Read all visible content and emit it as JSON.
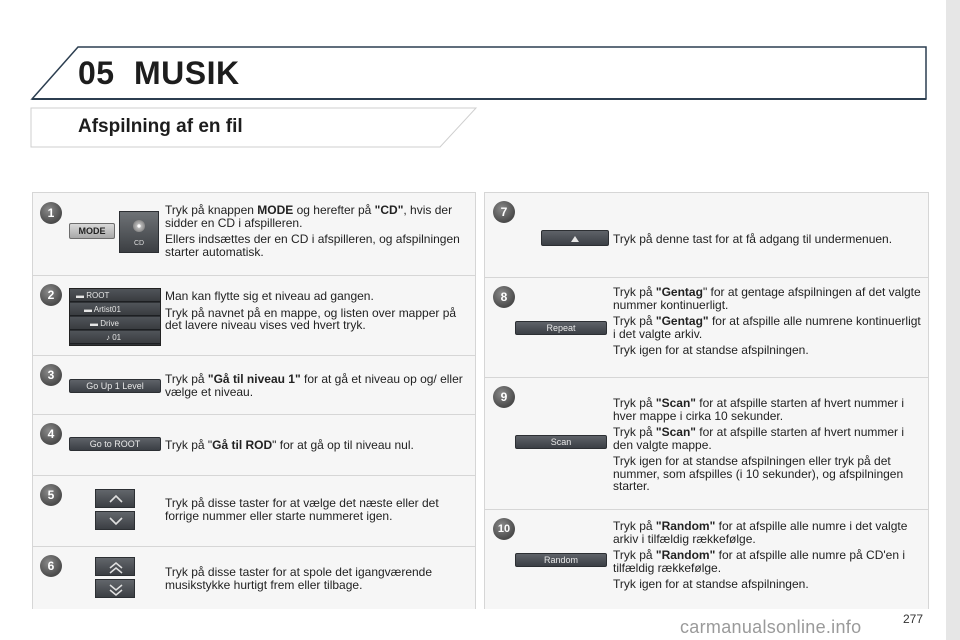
{
  "header": {
    "chapter_number": "05",
    "chapter_title": "MUSIK",
    "section_title": "Afspilning af en fil"
  },
  "steps_left": [
    {
      "number": "1",
      "ui": {
        "mode_label": "MODE",
        "cd_label": "CD"
      },
      "paragraphs": [
        [
          "Tryk på knappen ",
          "MODE",
          " og herefter på ",
          "\"CD\"",
          ", hvis der sidder en CD i afspilleren."
        ],
        [
          "Ellers indsættes der en CD i afspilleren, og afspilningen starter automatisk."
        ]
      ]
    },
    {
      "number": "2",
      "ui": {
        "rows": [
          "ROOT",
          "Artist01",
          "Drive",
          "01"
        ]
      },
      "paragraphs": [
        [
          "Man kan flytte sig et niveau ad gangen."
        ],
        [
          "Tryk på navnet på en mappe, og listen over mapper på det lavere niveau vises ved hvert tryk."
        ]
      ]
    },
    {
      "number": "3",
      "ui": {
        "button_label": "Go Up 1 Level"
      },
      "paragraphs": [
        [
          "Tryk på ",
          "\"Gå til niveau 1\"",
          " for at gå et niveau op og/ eller vælge et niveau."
        ]
      ]
    },
    {
      "number": "4",
      "ui": {
        "button_label": "Go to ROOT"
      },
      "paragraphs": [
        [
          "Tryk på \"",
          "Gå til ROD",
          "\" for at gå op til niveau nul."
        ]
      ]
    },
    {
      "number": "5",
      "paragraphs": [
        [
          "Tryk på disse taster for at vælge det næste eller det forrige nummer eller starte nummeret igen."
        ]
      ]
    },
    {
      "number": "6",
      "paragraphs": [
        [
          "Tryk på disse taster for at spole det igangværende musikstykke hurtigt frem eller tilbage."
        ]
      ]
    }
  ],
  "steps_right": [
    {
      "number": "7",
      "paragraphs": [
        [
          "Tryk på denne tast for at få adgang til undermenuen."
        ]
      ]
    },
    {
      "number": "8",
      "ui": {
        "button_label": "Repeat"
      },
      "paragraphs": [
        [
          "Tryk på ",
          "\"Gentag",
          "\" for at gentage afspilningen af det valgte nummer kontinuerligt."
        ],
        [
          "Tryk på ",
          "\"Gentag\"",
          " for at afspille alle numrene kontinuerligt i det valgte arkiv."
        ],
        [
          "Tryk igen for at standse afspilningen."
        ]
      ]
    },
    {
      "number": "9",
      "ui": {
        "button_label": "Scan"
      },
      "paragraphs": [
        [
          "Tryk på ",
          "\"Scan\"",
          " for at afspille starten af hvert nummer i hver mappe i cirka 10 sekunder."
        ],
        [
          "Tryk på ",
          "\"Scan\"",
          " for at afspille starten af hvert nummer i den valgte mappe."
        ],
        [
          "Tryk igen for at standse afspilningen eller tryk på det nummer, som afspilles (i 10 sekunder), og afspilningen starter."
        ]
      ]
    },
    {
      "number": "10",
      "ui": {
        "button_label": "Random"
      },
      "paragraphs": [
        [
          "Tryk på ",
          "\"Random\"",
          " for at afspille alle numre i det valgte arkiv i tilfældig rækkefølge."
        ],
        [
          "Tryk på ",
          "\"Random\"",
          " for at afspille alle numre på CD'en i tilfældig rækkefølge."
        ],
        [
          "Tryk igen for at standse afspilningen."
        ]
      ]
    }
  ],
  "footer": {
    "page_number": "277",
    "watermark": "carmanualsonline.info"
  }
}
